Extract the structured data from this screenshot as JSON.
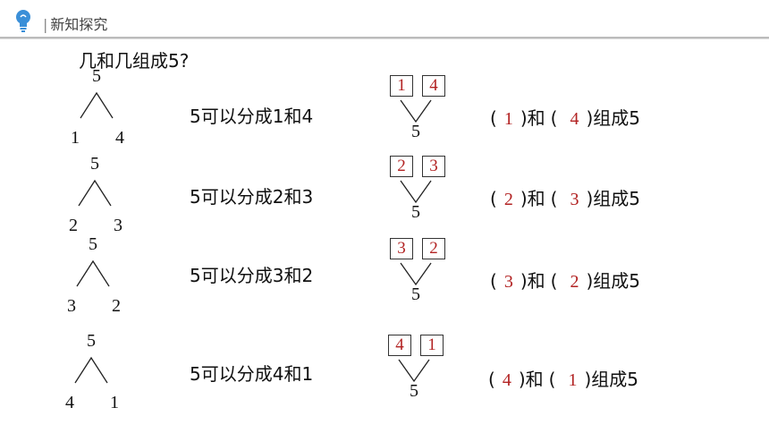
{
  "header": {
    "title": "新知探究"
  },
  "question": "几和几组成5?",
  "rows": [
    {
      "whole": "5",
      "left": "1",
      "right": "4",
      "sentence": "5可以分成1和4",
      "box_left": "1",
      "box_right": "4",
      "bottom": "5",
      "ans_left": "1",
      "ans_right": "4",
      "ans_and": "和",
      "ans_tail": "组成5"
    },
    {
      "whole": "5",
      "left": "2",
      "right": "3",
      "sentence": "5可以分成2和3",
      "box_left": "2",
      "box_right": "3",
      "bottom": "5",
      "ans_left": "2",
      "ans_right": "3",
      "ans_and": "和",
      "ans_tail": "组成5"
    },
    {
      "whole": "5",
      "left": "3",
      "right": "2",
      "sentence": "5可以分成3和2",
      "box_left": "3",
      "box_right": "2",
      "bottom": "5",
      "ans_left": "3",
      "ans_right": "2",
      "ans_and": "和",
      "ans_tail": "组成5"
    },
    {
      "whole": "5",
      "left": "4",
      "right": "1",
      "sentence": "5可以分成4和1",
      "box_left": "4",
      "box_right": "1",
      "bottom": "5",
      "ans_left": "4",
      "ans_right": "1",
      "ans_and": "和",
      "ans_tail": "组成5"
    }
  ],
  "colors": {
    "accent_blue": "#3a8fd8",
    "answer_red": "#b22222"
  },
  "icons": {
    "header_icon": "lightbulb-icon"
  }
}
